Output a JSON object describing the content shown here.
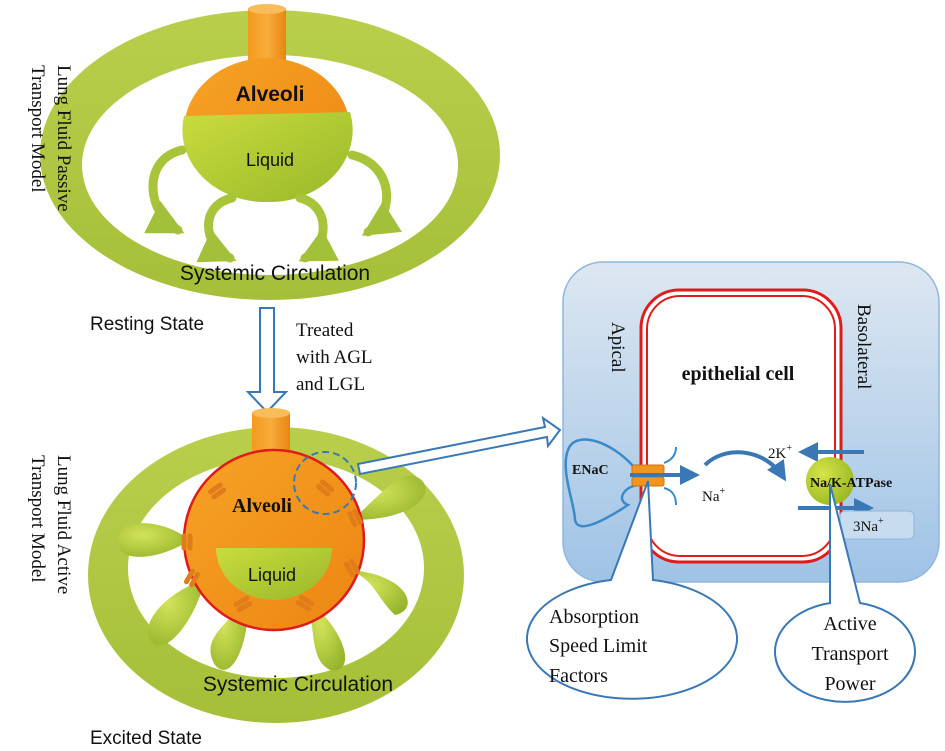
{
  "passive_model": {
    "side_label_line1": "Lung Fluid Passive",
    "side_label_line2": "Transport Model",
    "alveoli_label": "Alveoli",
    "liquid_label": "Liquid",
    "circulation_label": "Systemic Circulation",
    "state_label": "Resting State"
  },
  "treatment": {
    "line1": "Treated",
    "line2": "with AGL",
    "line3": "and LGL"
  },
  "active_model": {
    "side_label_line1": "Lung Fluid Active",
    "side_label_line2": "Transport Model",
    "alveoli_label": "Alveoli",
    "liquid_label": "Liquid",
    "circulation_label": "Systemic Circulation",
    "state_label": "Excited State"
  },
  "cell_panel": {
    "cell_label": "epithelial cell",
    "apical_label": "Apical",
    "basolateral_label": "Basolateral",
    "enac_label": "ENaC",
    "na_label": "Na",
    "na_charge": "+",
    "k_label": "2K",
    "k_charge": "+",
    "pump_label": "Na/K-ATPase",
    "na3_label": "3Na",
    "na3_charge": "+"
  },
  "callouts": {
    "absorption_line1": "Absorption",
    "absorption_line2": "Speed Limit",
    "absorption_line3": "Factors",
    "power_line1": "Active",
    "power_line2": "Transport",
    "power_line3": "Power"
  },
  "colors": {
    "ring_green": "#a9c43c",
    "ring_green_light": "#c4d85a",
    "alveoli_orange": "#f0901a",
    "cell_membrane_red": "#e01b1b",
    "panel_blue": "#b6d1ea",
    "arrow_blue": "#3a78b5"
  }
}
